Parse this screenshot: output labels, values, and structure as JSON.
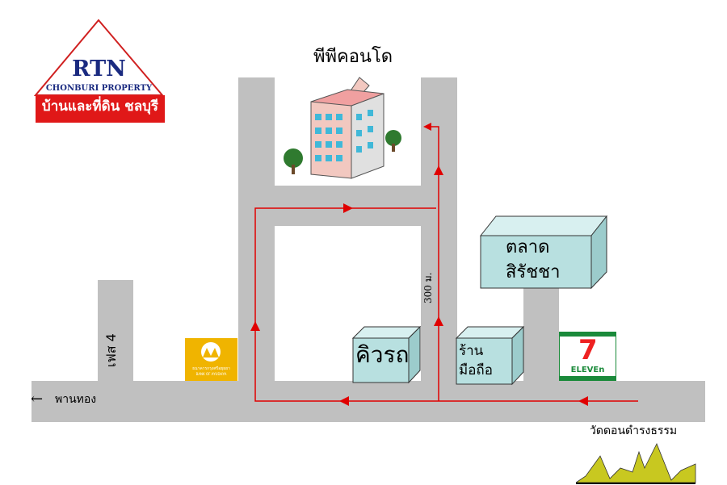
{
  "logo": {
    "brand": "RTN",
    "subtitle": "CHONBURI PROPERTY",
    "thai": "บ้านและที่ดิน ชลบุรี"
  },
  "labels": {
    "condo": "พีพีคอนโด",
    "phase4": "เฟส 4",
    "pan_thong": "พานทอง",
    "distance": "300 ม.",
    "market_line1": "ตลาด",
    "market_line2": "สิรัชชา",
    "bus_queue": "คิวรถ",
    "phone_shop_line1": "ร้าน",
    "phone_shop_line2": "มือถือ",
    "temple": "วัดดอนดำรงธรรม",
    "bank_thai": "ธนาคารกรุงศรีอยุธยา",
    "bank_en": "BANK OF AYUDHYA",
    "seven_eleven": "ELEVEn"
  },
  "colors": {
    "road": "#c0c0c0",
    "route": "#e00000",
    "box": "#b8e0e0",
    "bank": "#f0b400"
  }
}
